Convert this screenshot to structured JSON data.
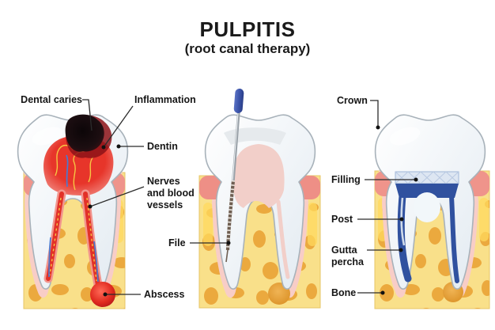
{
  "title": "PULPITIS",
  "subtitle": "(root canal therapy)",
  "labels": {
    "dental_caries": "Dental caries",
    "inflammation": "Inflammation",
    "dentin": "Dentin",
    "nerves": "Nerves and blood vessels",
    "abscess": "Abscess",
    "file": "File",
    "crown": "Crown",
    "filling": "Filling",
    "post": "Post",
    "gutta_percha": "Gutta percha",
    "bone": "Bone"
  },
  "colors": {
    "tooth_white": "#f2f7fa",
    "pulp_red": "#e7352a",
    "caries_dark": "#150b0d",
    "gum_pink": "#ef948b",
    "ligament_pink": "#f8cdc7",
    "bone_yellow": "#f9e08a",
    "bone_spot_orange": "#eba93e",
    "bone_highlight": "#ffd95e",
    "filling_blue": "#30519f",
    "file_handle_blue": "#3c55ab",
    "abscess_red": "#d8231c",
    "nerve_yellow": "#f6c643",
    "vessel_blue": "#4a7ad0",
    "label_color": "#161616"
  }
}
